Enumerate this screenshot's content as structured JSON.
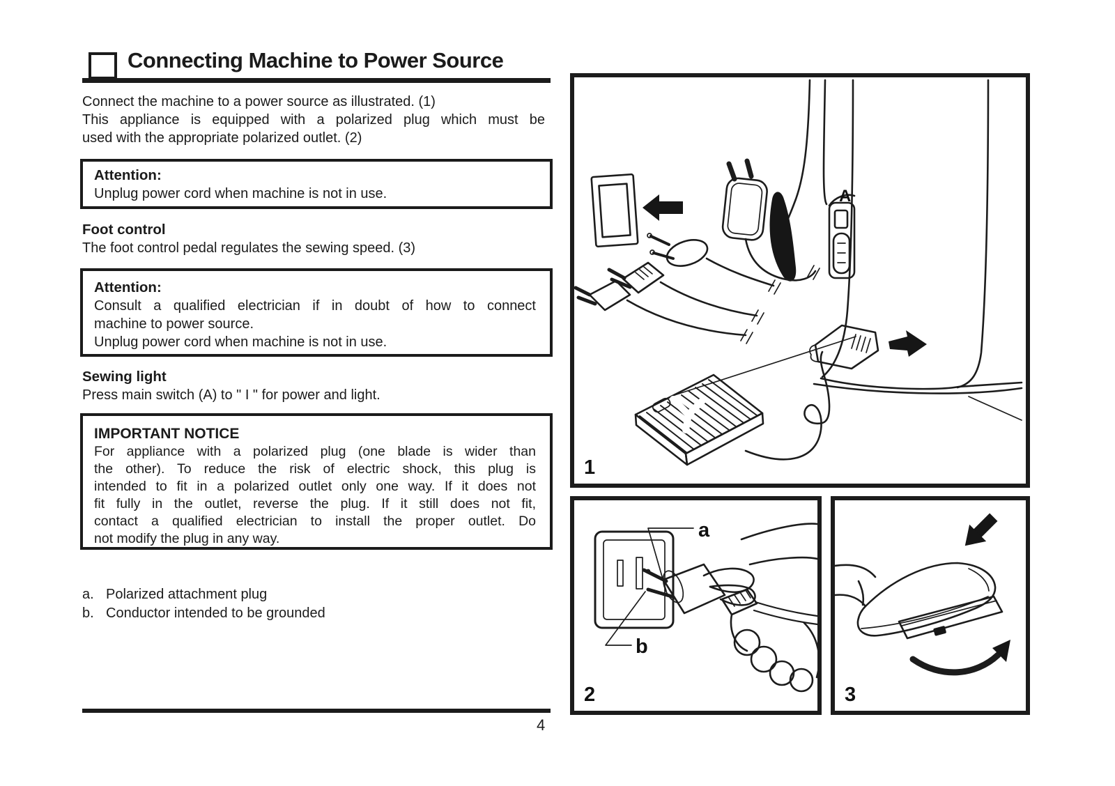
{
  "title": {
    "text": "Connecting Machine to Power Source"
  },
  "intro": {
    "line1": "Connect the machine to a power source as illustrated. (1)",
    "line2": "This appliance is equipped with a polarized plug which must be",
    "line3": "used with the appropriate polarized outlet. (2)"
  },
  "attention1": {
    "heading": "Attention:",
    "line1": "Unplug power cord when machine is not in use."
  },
  "foot_control": {
    "heading": "Foot control",
    "line1": "The foot control pedal regulates the sewing speed. (3)"
  },
  "attention2": {
    "heading": "Attention:",
    "line1": "Consult a qualified electrician if in doubt of how to connect",
    "line2": "machine to power source.",
    "line3": "Unplug power cord when machine is not in use."
  },
  "sewing_light": {
    "heading": "Sewing light",
    "line1": "Press main switch (A) to \" I \" for power and light."
  },
  "notice": {
    "heading": "IMPORTANT NOTICE",
    "line1": "For appliance with a polarized plug (one blade is wider than",
    "line2": "the other). To reduce the risk of electric shock, this plug is",
    "line3": "intended to fit in a polarized outlet only one way. If it does not",
    "line4": "fit fully in the outlet, reverse the plug. If it still does not fit,",
    "line5": "contact a qualified electrician to install the proper outlet. Do",
    "line6": "not modify the plug in any way."
  },
  "legend": {
    "item_a_label": "a.",
    "item_a_text": "Polarized attachment plug",
    "item_b_label": "b.",
    "item_b_text": "Conductor intended to be grounded"
  },
  "figures": {
    "fig1": {
      "number": "1",
      "switch_label": "A"
    },
    "fig2": {
      "number": "2",
      "label_a": "a",
      "label_b": "b"
    },
    "fig3": {
      "number": "3"
    }
  },
  "page_number": "4",
  "colors": {
    "ink": "#1b1b1b",
    "paper": "#ffffff"
  }
}
